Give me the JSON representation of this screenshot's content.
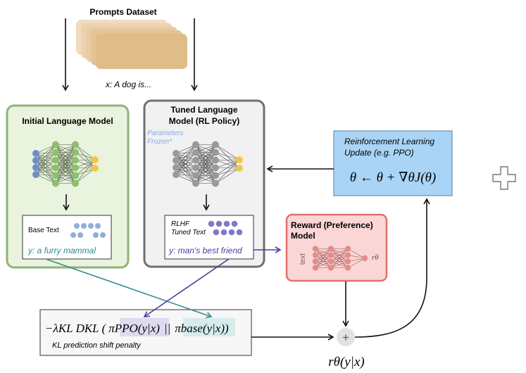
{
  "prompts": {
    "title": "Prompts Dataset",
    "example": "x: A dog is..."
  },
  "initial_model": {
    "title": "Initial Language Model",
    "base_text_label": "Base Text",
    "output": "y: a furry mammal"
  },
  "tuned_model": {
    "title_line1": "Tuned Language",
    "title_line2": "Model (RL Policy)",
    "frozen_note_line1": "Parameters",
    "frozen_note_line2": "Frozen*",
    "rlhf_label": "RLHF",
    "tuned_text_label": "Tuned Text",
    "output": "y: man's best friend"
  },
  "reward_model": {
    "title_line1": "Reward (Preference)",
    "title_line2": "Model",
    "input_label": "text",
    "output_label": "rθ"
  },
  "rl_update": {
    "title_line1": "Reinforcement Learning",
    "title_line2": "Update (e.g. PPO)",
    "equation": "θ ← θ + ∇θJ(θ)"
  },
  "kl_penalty": {
    "prefix": "−λKL DKL (",
    "ppo_term": "πPPO(y|x)",
    "separator": "||",
    "base_term": "πbase(y|x)",
    "suffix": ")",
    "caption": "KL prediction shift penalty"
  },
  "sum_node": {
    "symbol": "+",
    "label": "rθ(y|x)"
  },
  "colors": {
    "initial_fill": "#e9f3de",
    "initial_border": "#8fb37a",
    "tuned_fill": "#f1f1f1",
    "tuned_border": "#6f6f6f",
    "reward_fill": "#fad6d6",
    "reward_border": "#e07070",
    "rl_fill": "#a9d4f5",
    "rl_border": "#6a8fb0",
    "teal_arrow": "#3b8c8c",
    "purple_arrow": "#4a3f9a",
    "ppo_highlight": "#dedaf0",
    "base_highlight": "#d5ecec",
    "token_blue": "#8fb0d8",
    "token_purple": "#8079c8"
  }
}
